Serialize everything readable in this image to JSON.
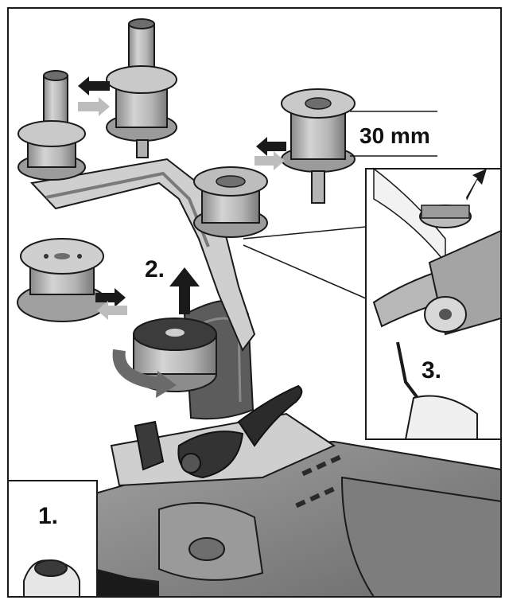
{
  "labels": {
    "dimension": "30 mm",
    "step_1": "1.",
    "step_2": "2.",
    "step_3": "3."
  },
  "icons": {
    "arrow": "arrow-icon",
    "rotate": "rotate-arrow-icon"
  },
  "colors": {
    "line": "#1a1a1a",
    "light_gray": "#d9d9d9",
    "mid_gray": "#a8a8a8",
    "dark_gray": "#555555",
    "black": "#151515",
    "background": "#ffffff"
  }
}
